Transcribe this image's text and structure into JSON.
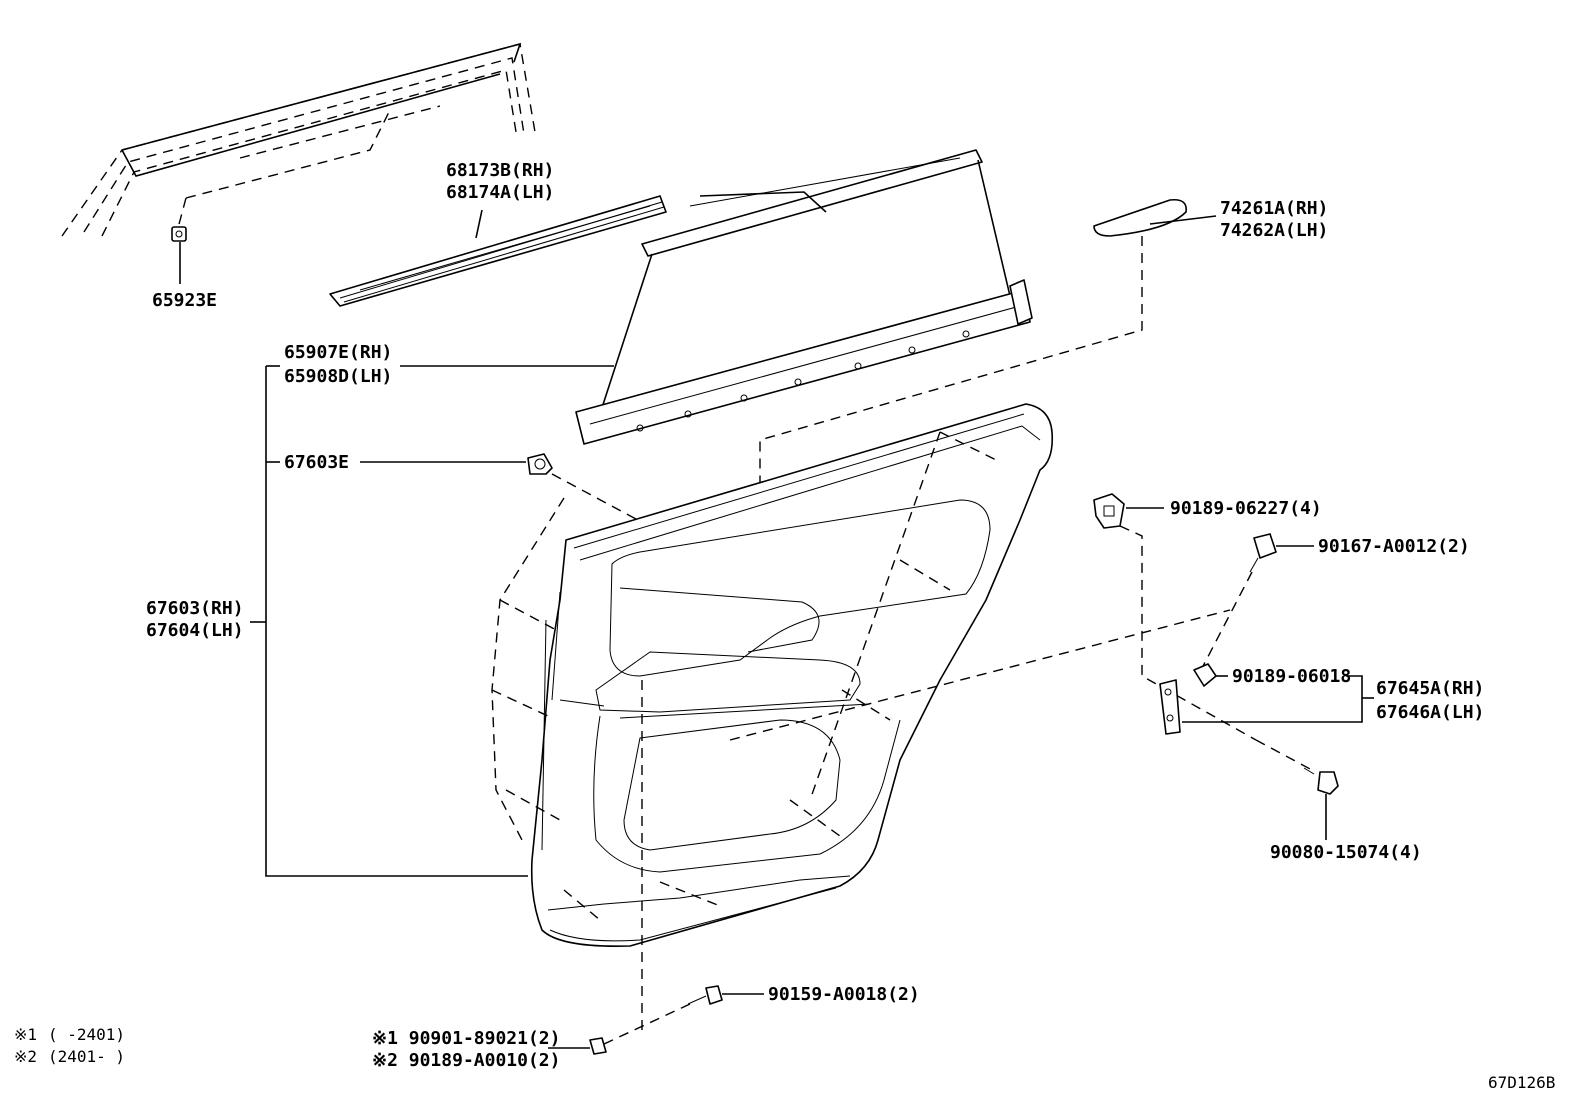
{
  "diagram_code": "67D126B",
  "notes": [
    {
      "mark": "※1",
      "range": "(      -2401)"
    },
    {
      "mark": "※2",
      "range": "(2401-      )"
    }
  ],
  "parts": {
    "p65923E": "65923E",
    "p68173B": "68173B(RH)",
    "p68174A": "68174A(LH)",
    "p74261A": "74261A(RH)",
    "p74262A": "74262A(LH)",
    "p65907E": "65907E(RH)",
    "p65908D": "65908D(LH)",
    "p67603E": "67603E",
    "p67603": "67603(RH)",
    "p67604": "67604(LH)",
    "p90189_06227": "90189-06227(4)",
    "p90167": "90167-A0012(2)",
    "p90189_06018": "90189-06018",
    "p67645A": "67645A(RH)",
    "p67646A": "67646A(LH)",
    "p90080": "90080-15074(4)",
    "p90159": "90159-A0018(2)",
    "p90901": "※1 90901-89021(2)",
    "p90189_A0010": "※2 90189-A0010(2)"
  },
  "icons": {
    "clip": "clip-icon",
    "bolt": "bolt-icon",
    "screw": "screw-icon",
    "bracket": "bracket-icon"
  }
}
